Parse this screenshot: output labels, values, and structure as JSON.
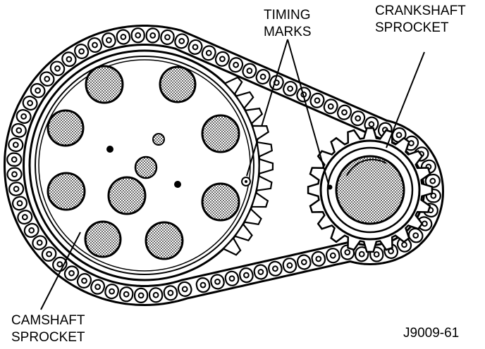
{
  "labels": {
    "timing_marks": [
      "TIMING",
      "MARKS"
    ],
    "crankshaft_sprocket": [
      "CRANKSHAFT",
      "SPROCKET"
    ],
    "camshaft_sprocket": [
      "CAMSHAFT",
      "SPROCKET"
    ],
    "figure_id": "J9009-61"
  },
  "colors": {
    "ink": "#000000",
    "stipple": "#9a9a9a",
    "paper": "#ffffff"
  }
}
